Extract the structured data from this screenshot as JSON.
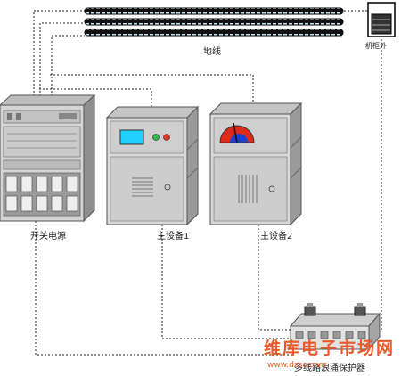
{
  "labels": {
    "ground": "地线",
    "enclosure": "机柜外",
    "switch_power": "开关电源",
    "equipment_1": "主设备1",
    "equipment_2": "主设备2",
    "surge_protector": "多线路浪涌保护器"
  },
  "watermark": {
    "main": "维库电子市场网",
    "sub": "www.dzsc.com"
  },
  "colors": {
    "line": "#222222",
    "cabinet_light": "#d6d6d6",
    "cabinet_shade": "#a9a9a9",
    "cabinet_dark": "#8a8a8a",
    "screen": "#22d0ff",
    "led_green": "#2fb84a",
    "led_red": "#e03a2a",
    "gauge_red": "#dd2a1a",
    "gauge_blue": "#1a3fd0",
    "cable": "#111111",
    "cable_stripe": "#cfe8f5",
    "watermark": "#e85a2a"
  }
}
